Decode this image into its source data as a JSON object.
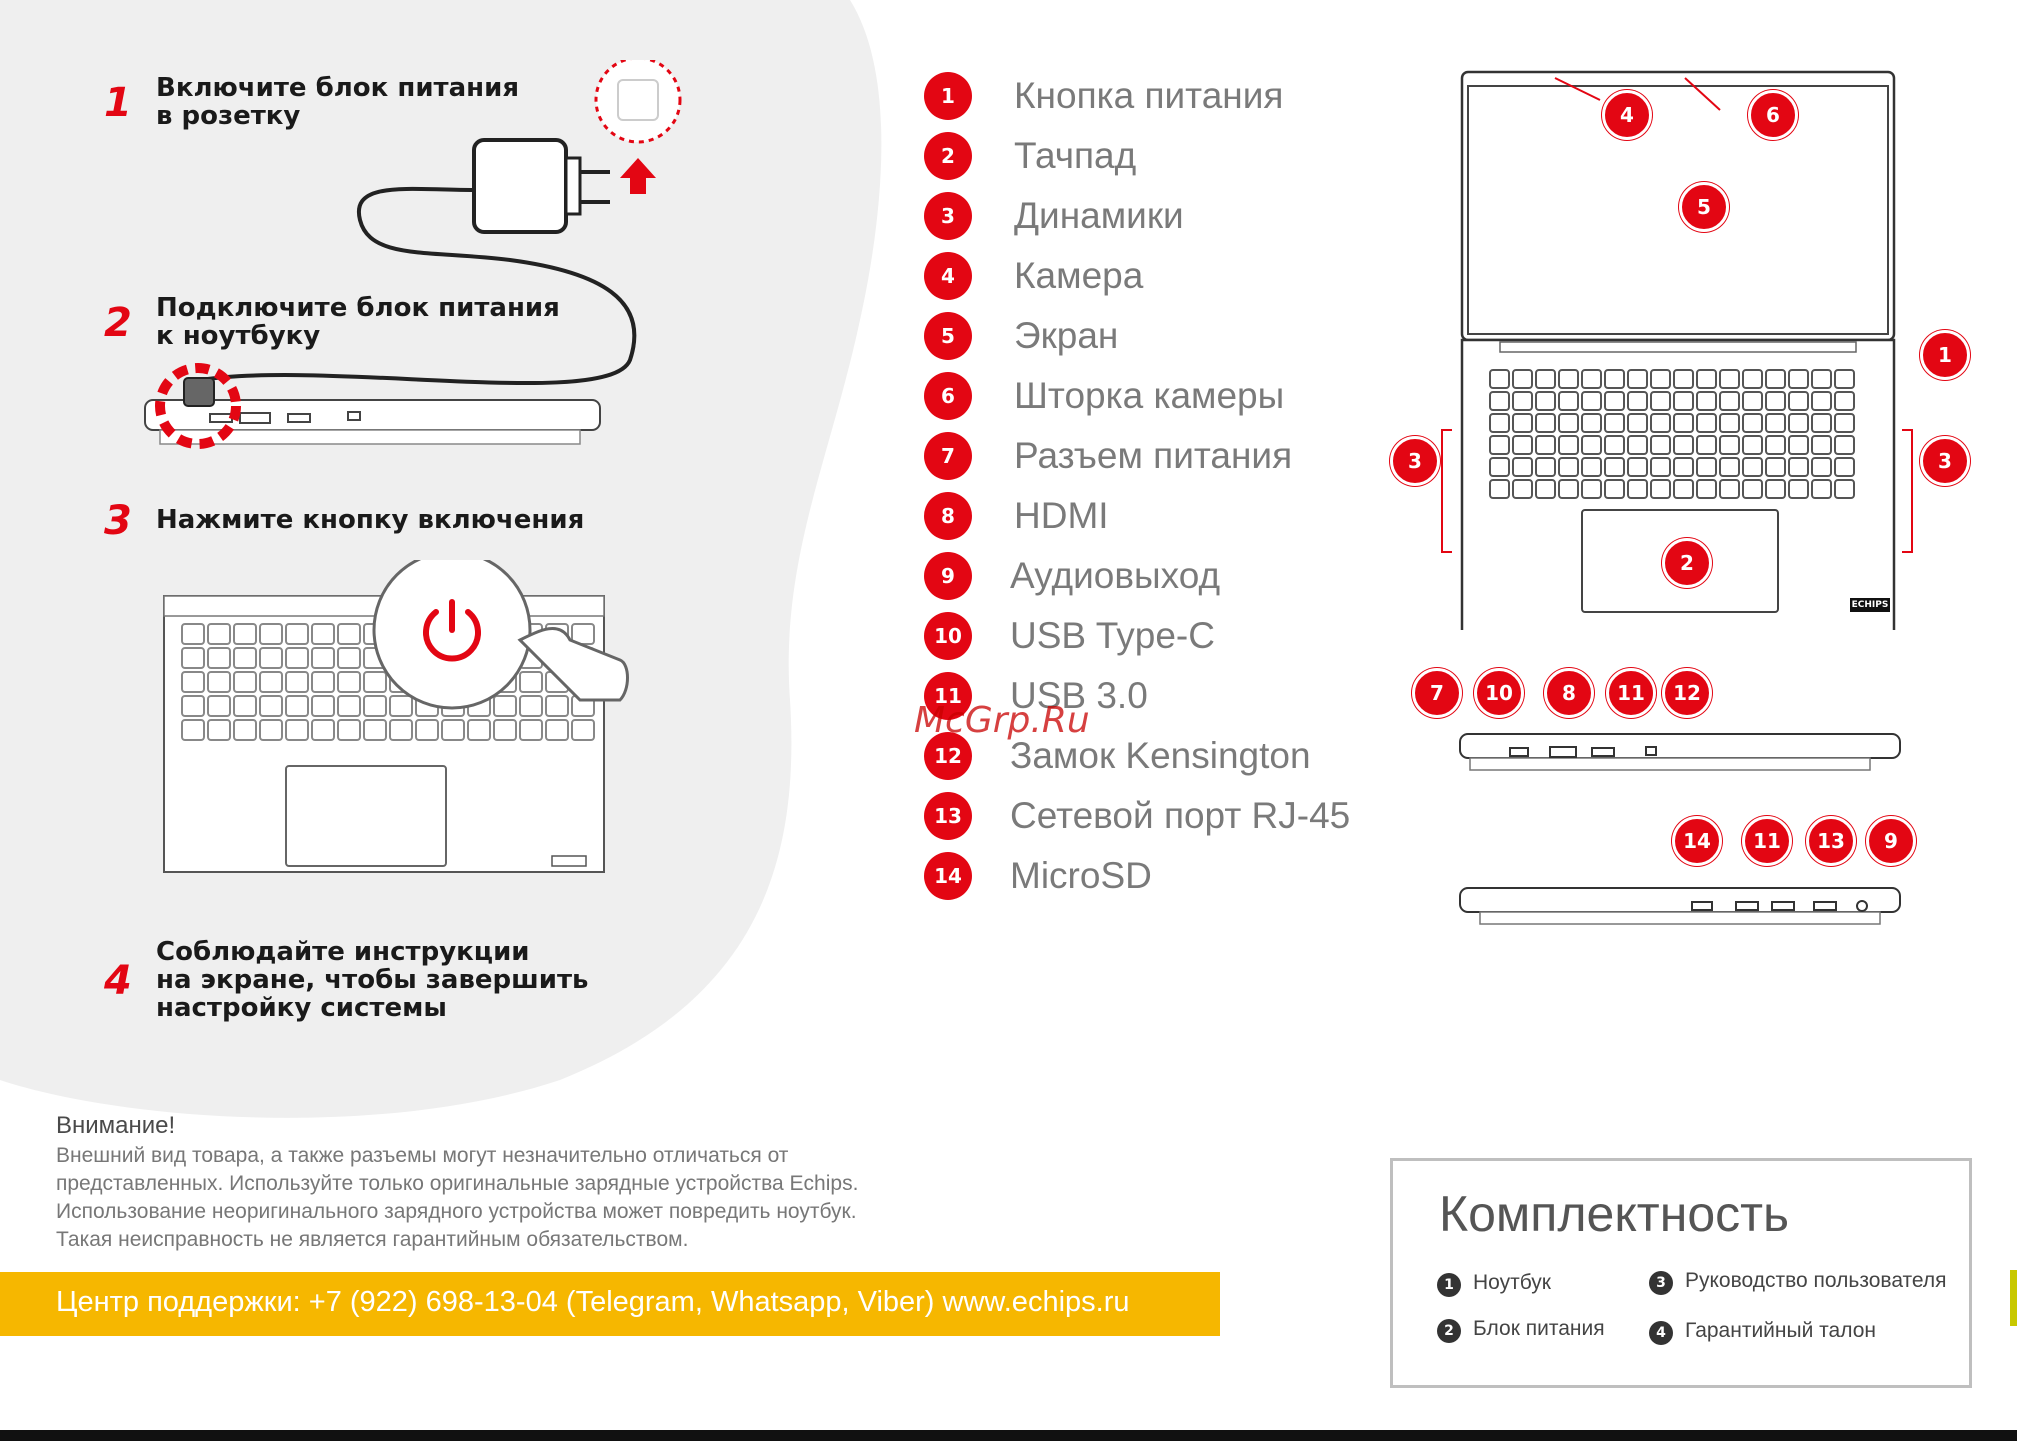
{
  "steps": [
    {
      "num": "1",
      "text": "Включите блок питания\nв розетку"
    },
    {
      "num": "2",
      "text": "Подключите блок питания\nк ноутбуку"
    },
    {
      "num": "3",
      "text": "Нажмите кнопку включения"
    },
    {
      "num": "4",
      "text": "Соблюдайте инструкции\nна экране, чтобы завершить\nнастройку системы"
    }
  ],
  "legend": [
    {
      "num": "1",
      "label": "Кнопка питания"
    },
    {
      "num": "2",
      "label": "Тачпад"
    },
    {
      "num": "3",
      "label": "Динамики"
    },
    {
      "num": "4",
      "label": "Камера"
    },
    {
      "num": "5",
      "label": "Экран"
    },
    {
      "num": "6",
      "label": "Шторка камеры"
    },
    {
      "num": "7",
      "label": "Разъем питания"
    },
    {
      "num": "8",
      "label": "HDMI"
    },
    {
      "num": "9",
      "label": "Аудиовыход"
    },
    {
      "num": "10",
      "label": "USB Type-C"
    },
    {
      "num": "11",
      "label": "USB 3.0"
    },
    {
      "num": "12",
      "label": "Замок Kensington"
    },
    {
      "num": "13",
      "label": "Сетевой порт RJ-45"
    },
    {
      "num": "14",
      "label": "MicroSD"
    }
  ],
  "laptop_logo": "ECHIPS",
  "diagram_badges": {
    "top": [
      "4",
      "6",
      "5",
      "1",
      "3",
      "3",
      "2"
    ],
    "left_side": [
      "7",
      "10",
      "8",
      "11",
      "12"
    ],
    "right_side": [
      "14",
      "11",
      "13",
      "9"
    ]
  },
  "watermark": "McGrp.Ru",
  "notice": {
    "title": "Внимание!",
    "lines": [
      "Внешний вид товара, а также разъемы могут незначительно отличаться от",
      "представленных. Используйте только оригинальные  зарядные устройства Echips.",
      "Использование неоригинального зарядного устройства может повредить ноутбук.",
      "Такая неисправность не является гарантийным обязательством."
    ]
  },
  "support": "Центр поддержки: +7 (922) 698-13-04 (Telegram, Whatsapp, Viber) www.echips.ru",
  "kit": {
    "title": "Комплектность",
    "items": [
      {
        "num": "1",
        "label": "Ноутбук"
      },
      {
        "num": "2",
        "label": "Блок питания"
      },
      {
        "num": "3",
        "label": "Руководство пользователя"
      },
      {
        "num": "4",
        "label": "Гарантийный талон"
      }
    ]
  },
  "colors": {
    "accent": "#e30613",
    "support_bar": "#f6b700",
    "blob": "#efefef"
  }
}
